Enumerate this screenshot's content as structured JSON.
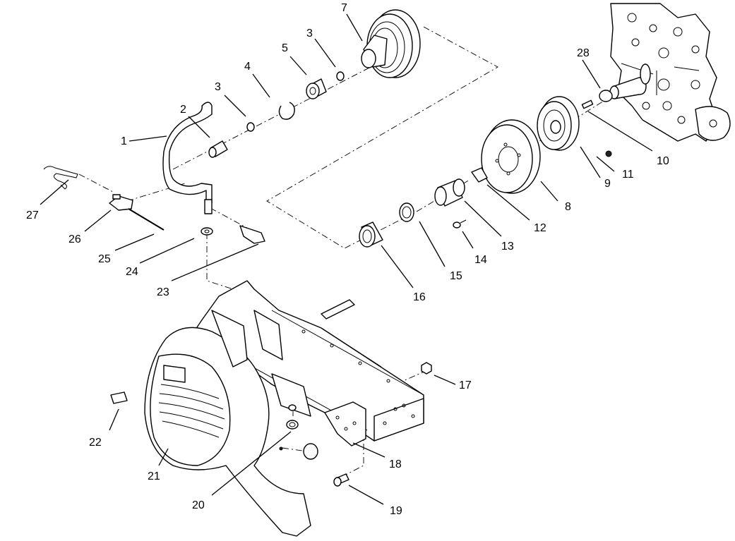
{
  "callouts": [
    {
      "id": "1",
      "text": "1"
    },
    {
      "id": "2",
      "text": "2"
    },
    {
      "id": "3a",
      "text": "3"
    },
    {
      "id": "3b",
      "text": "3"
    },
    {
      "id": "4",
      "text": "4"
    },
    {
      "id": "5",
      "text": "5"
    },
    {
      "id": "7",
      "text": "7"
    },
    {
      "id": "8",
      "text": "8"
    },
    {
      "id": "9",
      "text": "9"
    },
    {
      "id": "10",
      "text": "10"
    },
    {
      "id": "11",
      "text": "11"
    },
    {
      "id": "12",
      "text": "12"
    },
    {
      "id": "13",
      "text": "13"
    },
    {
      "id": "14",
      "text": "14"
    },
    {
      "id": "15",
      "text": "15"
    },
    {
      "id": "16",
      "text": "16"
    },
    {
      "id": "17",
      "text": "17"
    },
    {
      "id": "18",
      "text": "18"
    },
    {
      "id": "19",
      "text": "19"
    },
    {
      "id": "20",
      "text": "20"
    },
    {
      "id": "21",
      "text": "21"
    },
    {
      "id": "22",
      "text": "22"
    },
    {
      "id": "23",
      "text": "23"
    },
    {
      "id": "24",
      "text": "24"
    },
    {
      "id": "25",
      "text": "25"
    },
    {
      "id": "26",
      "text": "26"
    },
    {
      "id": "27",
      "text": "27"
    },
    {
      "id": "28",
      "text": "28"
    }
  ]
}
